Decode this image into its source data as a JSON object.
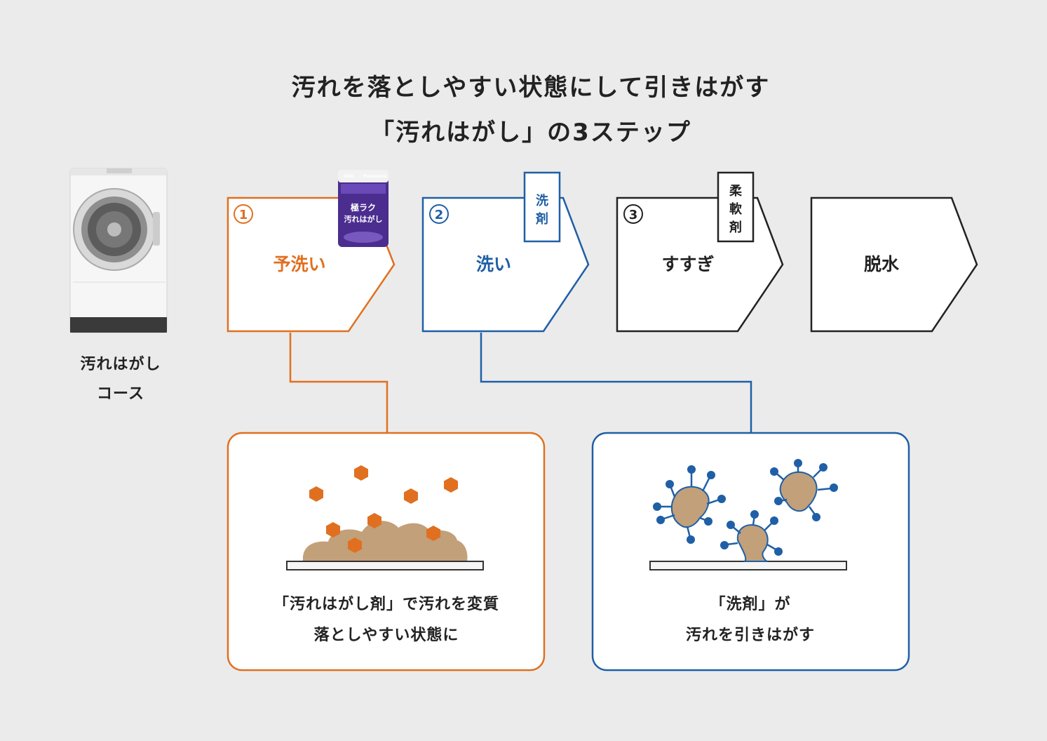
{
  "title": {
    "line1": "汚れを落としやすい状態にして引きはがす",
    "line2": "「汚れはがし」の3ステップ"
  },
  "machine": {
    "label_line1": "汚れはがし",
    "label_line2": "コース"
  },
  "steps": [
    {
      "number": "①",
      "label": "予洗い",
      "color": "#e07020"
    },
    {
      "number": "②",
      "label": "洗い",
      "color": "#1f5fa6",
      "tag": [
        "洗",
        "剤"
      ]
    },
    {
      "number": "③",
      "label": "すすぎ",
      "color": "#222222",
      "tag": [
        "柔",
        "軟",
        "剤"
      ]
    },
    {
      "number": "",
      "label": "脱水",
      "color": "#222222"
    }
  ],
  "product": {
    "brand_left": "KAO",
    "brand_right": "Panasonic",
    "line1": "極ラク",
    "line2": "汚れはがし"
  },
  "panels": [
    {
      "caption_line1": "「汚れはがし剤」で汚れを変質",
      "caption_line2": "落としやすい状態に",
      "color": "#e07020"
    },
    {
      "caption_line1": "「洗剤」が",
      "caption_line2": "汚れを引きはがす",
      "color": "#1f5fa6"
    }
  ],
  "colors": {
    "background": "#ebebeb",
    "orange": "#e07020",
    "blue": "#1f5fa6",
    "dirt": "#c2a07a",
    "dark": "#222222"
  }
}
